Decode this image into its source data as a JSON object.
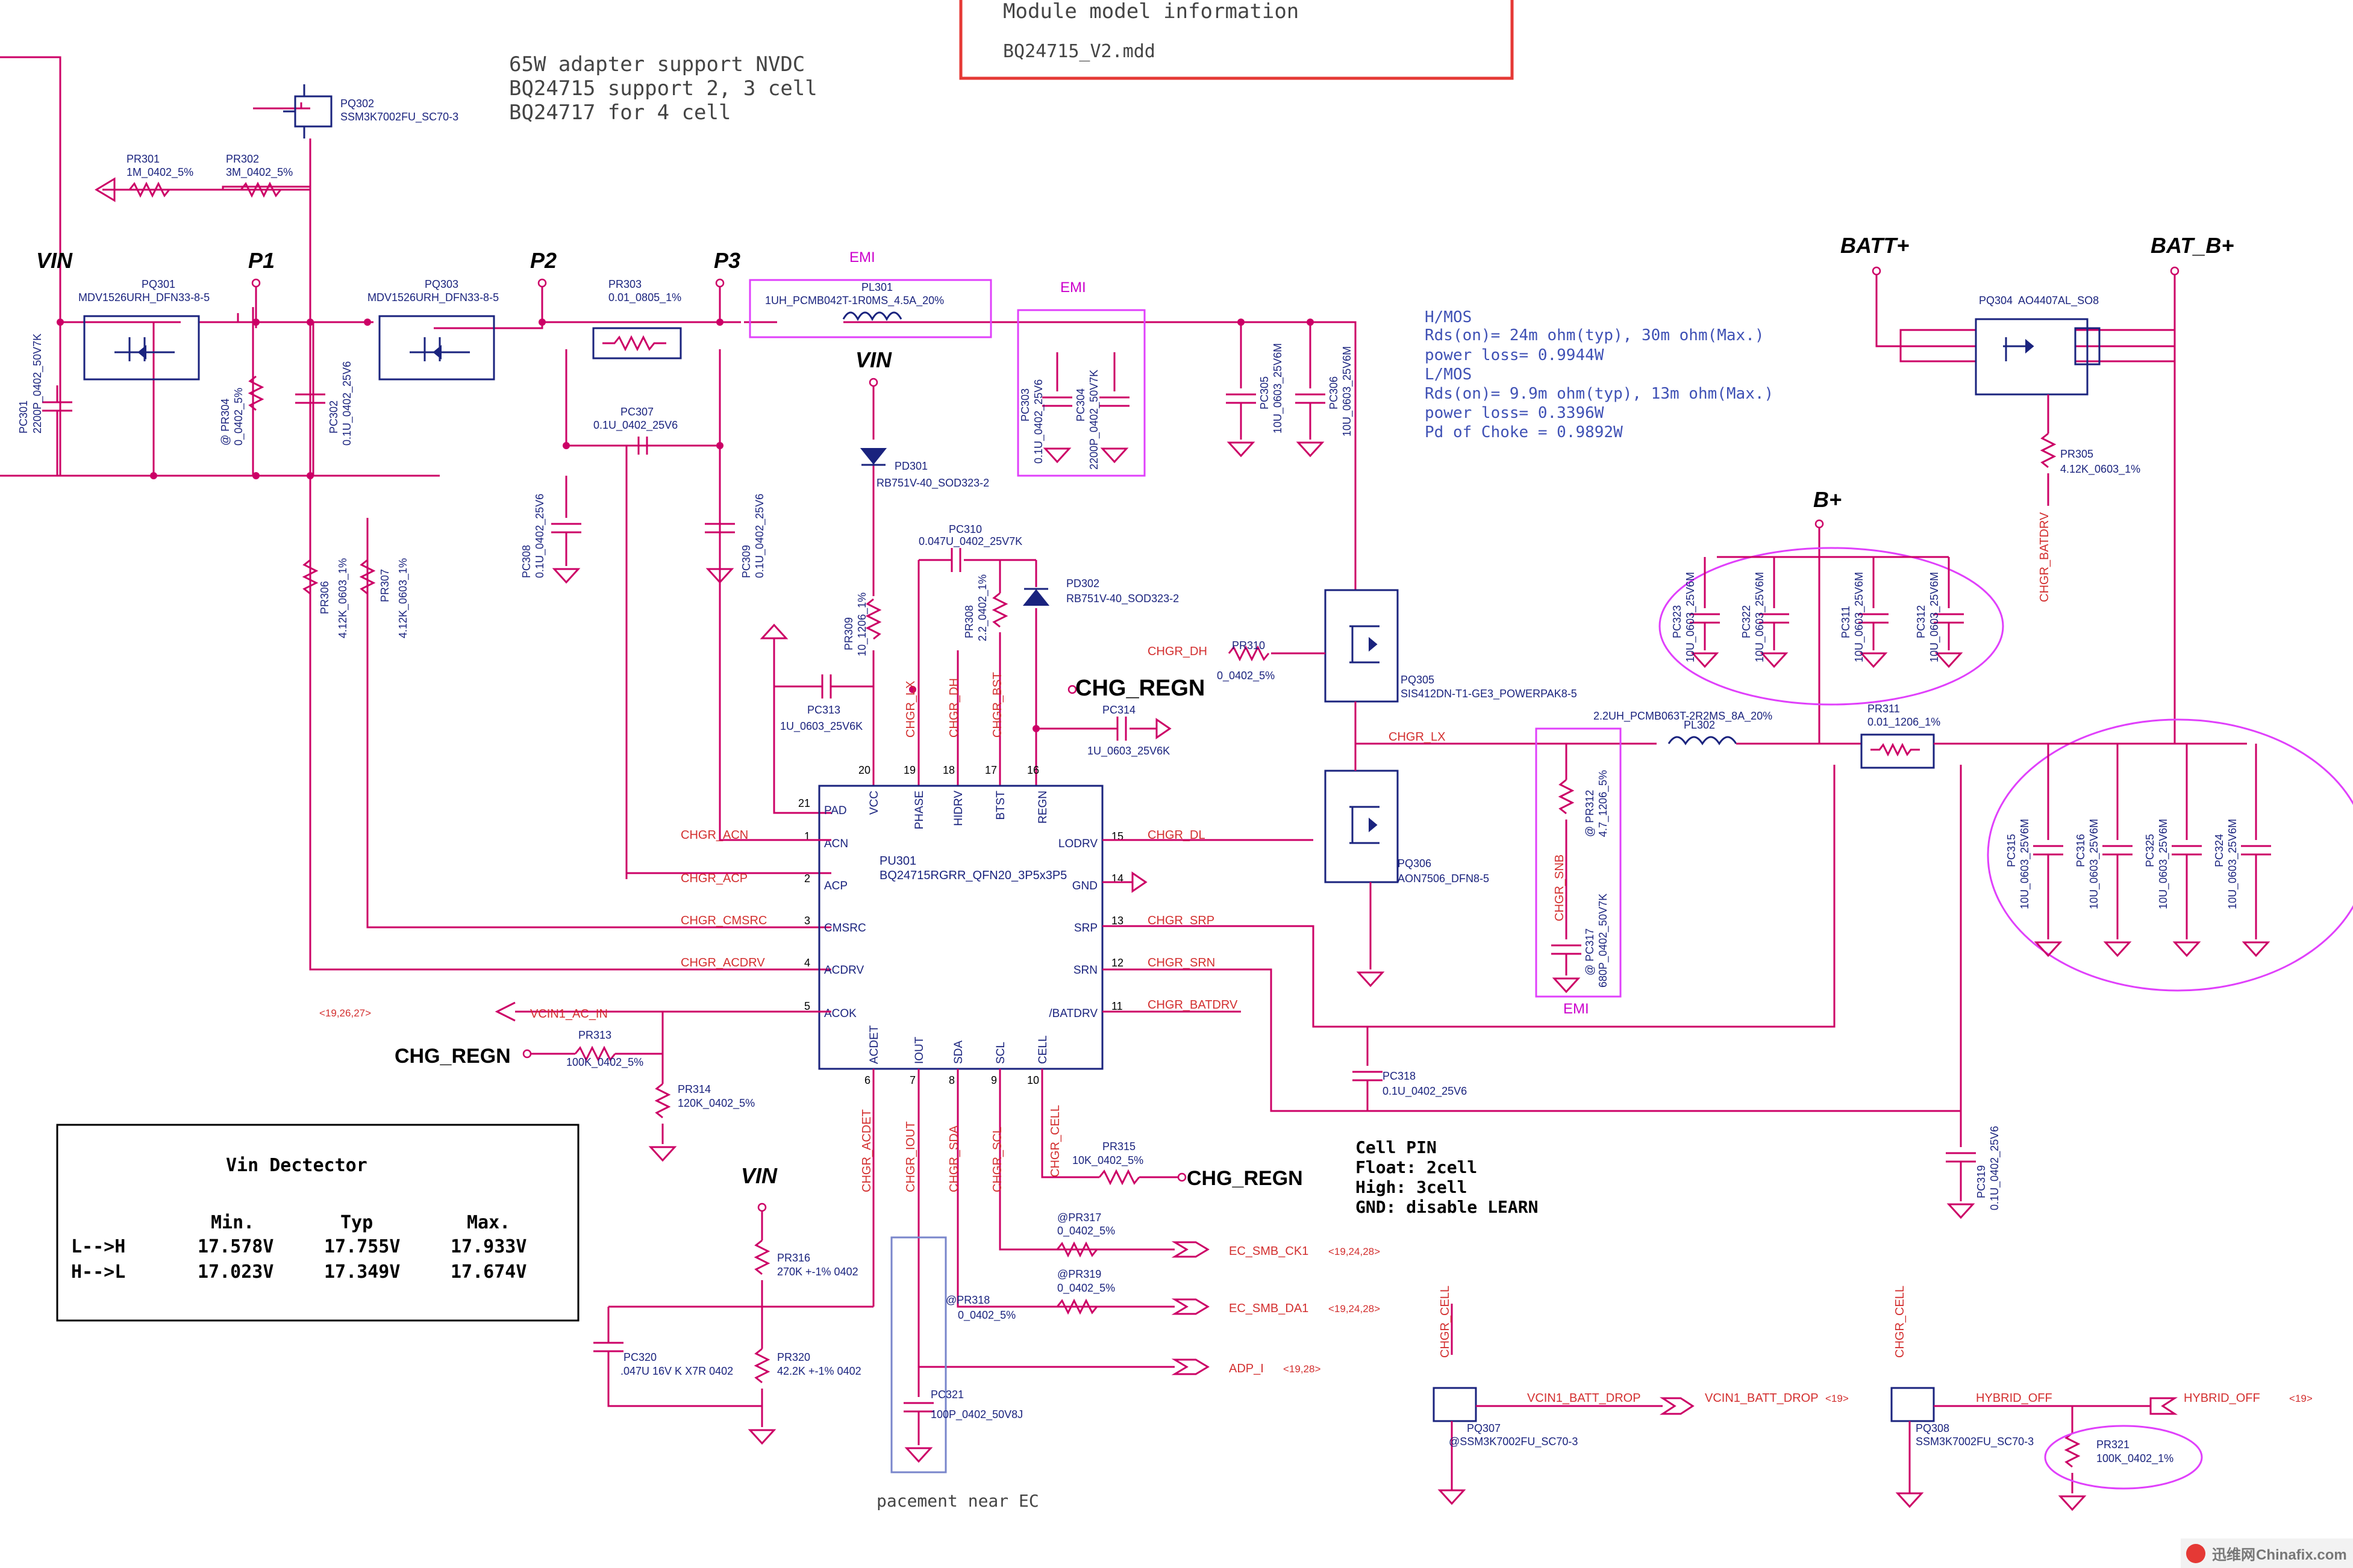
{
  "module_info": {
    "title": "Module model information",
    "file": "BQ24715_V2.mdd"
  },
  "notes": {
    "adapter": [
      "65W adapter support NVDC",
      "BQ24715 support 2, 3 cell",
      "BQ24717 for 4 cell"
    ],
    "mos": [
      "H/MOS",
      "Rds(on)= 24m ohm(typ), 30m ohm(Max.)",
      "power loss= 0.9944W",
      "L/MOS",
      "Rds(on)= 9.9m ohm(typ), 13m ohm(Max.)",
      "power loss= 0.3396W",
      "Pd of Choke = 0.9892W"
    ],
    "cell": [
      "Cell PIN",
      "Float: 2cell",
      "High: 3cell",
      "GND: disable LEARN"
    ],
    "placement": "pacement near EC"
  },
  "nets": {
    "vin": "VIN",
    "p1": "P1",
    "p2": "P2",
    "p3": "P3",
    "batt_plus": "BATT+",
    "bat_b_plus": "BAT_B+",
    "b_plus": "B+",
    "chg_regn": "CHG_REGN",
    "emi": "EMI"
  },
  "signals": {
    "chgr_lx": "CHGR_LX",
    "chgr_dh": "CHGR_DH",
    "chgr_bst": "CHGR_BST",
    "chgr_dl": "CHGR_DL",
    "chgr_acn": "CHGR_ACN",
    "chgr_acp": "CHGR_ACP",
    "chgr_cmsrc": "CHGR_CMSRC",
    "chgr_acdrv": "CHGR_ACDRV",
    "chgr_srp": "CHGR_SRP",
    "chgr_srn": "CHGR_SRN",
    "chgr_batdrv": "CHGR_BATDRV",
    "chgr_snb": "CHGR_SNB",
    "chgr_acdet": "CHGR_ACDET",
    "chgr_iout": "CHGR_IOUT",
    "chgr_sda": "CHGR_SDA",
    "chgr_scl": "CHGR_SCL",
    "chgr_cell": "CHGR_CELL",
    "vcin1_ac_in": "VCIN1_AC_IN",
    "vcin1_ac_in_ref": "<19,26,27>",
    "ec_smb_ck1": "EC_SMB_CK1",
    "ec_smb_ck1_ref": "<19,24,28>",
    "ec_smb_da1": "EC_SMB_DA1",
    "ec_smb_da1_ref": "<19,24,28>",
    "adp_i": "ADP_I",
    "adp_i_ref": "<19,28>",
    "vcin1_batt_drop": "VCIN1_BATT_DROP",
    "vcin1_batt_drop_ref": "<19>",
    "hybrid_off": "HYBRID_OFF",
    "hybrid_off_ref": "<19>"
  },
  "ic": {
    "ref": "PU301",
    "part": "BQ24715RGRR_QFN20_3P5x3P5",
    "left_pins": [
      {
        "n": "21",
        "name": "PAD"
      },
      {
        "n": "1",
        "name": "ACN"
      },
      {
        "n": "2",
        "name": "ACP"
      },
      {
        "n": "3",
        "name": "CMSRC"
      },
      {
        "n": "4",
        "name": "ACDRV"
      },
      {
        "n": "5",
        "name": "ACOK"
      }
    ],
    "right_pins": [
      {
        "n": "15",
        "name": "LODRV"
      },
      {
        "n": "14",
        "name": "GND"
      },
      {
        "n": "13",
        "name": "SRP"
      },
      {
        "n": "12",
        "name": "SRN"
      },
      {
        "n": "11",
        "name": "/BATDRV"
      }
    ],
    "top_pins": [
      {
        "n": "20",
        "name": "VCC"
      },
      {
        "n": "19",
        "name": "PHASE"
      },
      {
        "n": "18",
        "name": "HIDRV"
      },
      {
        "n": "17",
        "name": "BTST"
      },
      {
        "n": "16",
        "name": "REGN"
      }
    ],
    "bottom_pins": [
      {
        "n": "6",
        "name": "ACDET"
      },
      {
        "n": "7",
        "name": "IOUT"
      },
      {
        "n": "8",
        "name": "SDA"
      },
      {
        "n": "9",
        "name": "SCL"
      },
      {
        "n": "10",
        "name": "CELL"
      }
    ]
  },
  "components": {
    "pq302": [
      "PQ302",
      "SSM3K7002FU_SC70-3"
    ],
    "pr301": [
      "PR301",
      "1M_0402_5%"
    ],
    "pr302": [
      "PR302",
      "3M_0402_5%"
    ],
    "pq301": [
      "PQ301",
      "MDV1526URH_DFN33-8-5"
    ],
    "pq303": [
      "PQ303",
      "MDV1526URH_DFN33-8-5"
    ],
    "pc301": [
      "PC301",
      "2200P_0402_50V7K"
    ],
    "pr304": [
      "@ PR304",
      "0_0402_5%"
    ],
    "pc302": [
      "PC302",
      "0.1U_0402_25V6"
    ],
    "pr303": [
      "PR303",
      "0.01_0805_1%"
    ],
    "pc307": [
      "PC307",
      "0.1U_0402_25V6"
    ],
    "pc308": [
      "PC308",
      "0.1U_0402_25V6"
    ],
    "pc309": [
      "PC309",
      "0.1U_0402_25V6"
    ],
    "pr306": [
      "PR306",
      "4.12K_0603_1%"
    ],
    "pr307": [
      "PR307",
      "4.12K_0603_1%"
    ],
    "pl301": [
      "PL301",
      "1UH_PCMB042T-1R0MS_4.5A_20%"
    ],
    "pd301": [
      "PD301",
      "RB751V-40_SOD323-2"
    ],
    "pc303": [
      "PC303",
      "0.1U_0402_25V6"
    ],
    "pc304": [
      "PC304",
      "2200P_0402_50V7K"
    ],
    "pc305": [
      "PC305",
      "10U_0603_25V6M"
    ],
    "pc306": [
      "PC306",
      "10U_0603_25V6M"
    ],
    "pr309": [
      "PR309",
      "10_1206_1%"
    ],
    "pc310": [
      "PC310",
      "0.047U_0402_25V7K"
    ],
    "pr308": [
      "PR308",
      "2.2_0402_1%"
    ],
    "pd302": [
      "PD302",
      "RB751V-40_SOD323-2"
    ],
    "pc313": [
      "PC313",
      "1U_0603_25V6K"
    ],
    "pc314": [
      "PC314",
      "1U_0603_25V6K"
    ],
    "pr310": [
      "PR310",
      "0_0402_5%"
    ],
    "pq305": [
      "PQ305",
      "SIS412DN-T1-GE3_POWERPAK8-5"
    ],
    "pq306": [
      "PQ306",
      "AON7506_DFN8-5"
    ],
    "pl302": [
      "PL302",
      "2.2UH_PCMB063T-2R2MS_8A_20%"
    ],
    "pr311": [
      "PR311",
      "0.01_1206_1%"
    ],
    "pr312": [
      "@ PR312",
      "4.7_1206_5%"
    ],
    "pc317": [
      "@ PC317",
      "680P_0402_50V7K"
    ],
    "pq304": [
      "PQ304",
      "AO4407AL_SO8"
    ],
    "pr305": [
      "PR305",
      "4.12K_0603_1%"
    ],
    "pc323": [
      "PC323",
      "10U_0603_25V6M"
    ],
    "pc322": [
      "PC322",
      "10U_0603_25V6M"
    ],
    "pc311": [
      "PC311",
      "10U_0603_25V6M"
    ],
    "pc312": [
      "PC312",
      "10U_0603_25V6M"
    ],
    "pc315": [
      "PC315",
      "10U_0603_25V6M"
    ],
    "pc316": [
      "PC316",
      "10U_0603_25V6M"
    ],
    "pc325": [
      "PC325",
      "10U_0603_25V6M"
    ],
    "pc324": [
      "PC324",
      "10U_0603_25V6M"
    ],
    "pc318": [
      "PC318",
      "0.1U_0402_25V6"
    ],
    "pc319": [
      "PC319",
      "0.1U_0402_25V6"
    ],
    "pr313": [
      "PR313",
      "100K_0402_5%"
    ],
    "pr314": [
      "PR314",
      "120K_0402_5%"
    ],
    "pr315": [
      "PR315",
      "10K_0402_5%"
    ],
    "pr316": [
      "PR316",
      "270K +-1% 0402"
    ],
    "pr320": [
      "PR320",
      "42.2K +-1% 0402"
    ],
    "pc320": [
      "PC320",
      ".047U 16V K X7R 0402"
    ],
    "pr317": [
      "@PR317",
      "0_0402_5%"
    ],
    "pr319": [
      "@PR319",
      "0_0402_5%"
    ],
    "pr318": [
      "@PR318",
      "0_0402_5%"
    ],
    "pc321": [
      "PC321",
      "100P_0402_50V8J"
    ],
    "pq307": [
      "PQ307",
      "@SSM3K7002FU_SC70-3"
    ],
    "pq308": [
      "PQ308",
      "SSM3K7002FU_SC70-3"
    ],
    "pr321": [
      "PR321",
      "100K_0402_1%"
    ]
  },
  "vin_detector": {
    "title": "Vin Dectector",
    "headers": [
      "Min.",
      "Typ",
      "Max."
    ],
    "rows": [
      {
        "label": "L-->H",
        "min": "17.578V",
        "typ": "17.755V",
        "max": "17.933V"
      },
      {
        "label": "H-->L",
        "min": "17.023V",
        "typ": "17.349V",
        "max": "17.674V"
      }
    ]
  },
  "watermark": {
    "brand": "迅维网",
    "site": "Chinafix.com"
  }
}
